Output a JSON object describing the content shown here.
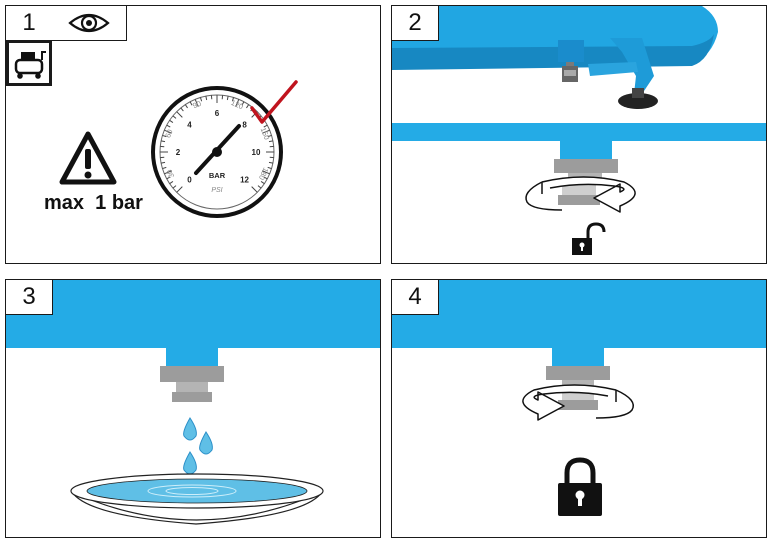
{
  "steps": [
    {
      "number": "1",
      "caption": "max  1 bar"
    },
    {
      "number": "2"
    },
    {
      "number": "3"
    },
    {
      "number": "4"
    }
  ],
  "gauge": {
    "unit_bar": "BAR",
    "unit_psi": "PSI",
    "bar_ticks": [
      "0",
      "2",
      "4",
      "6",
      "8",
      "10",
      "12"
    ],
    "psi_ticks": [
      "30",
      "60",
      "90",
      "120",
      "150",
      "180"
    ]
  },
  "icons": {
    "eye": "eye-icon",
    "compressor": "compressor-icon",
    "warning": "warning-triangle-icon",
    "check": "checkmark-icon",
    "unlock": "unlock-icon",
    "lock": "lock-icon"
  },
  "colors": {
    "tank_blue": "#24abe6",
    "steel_gray": "#9a9a9a",
    "check_red": "#c0141e",
    "water": "#5fbfe6",
    "outline": "#1a1a1a"
  }
}
